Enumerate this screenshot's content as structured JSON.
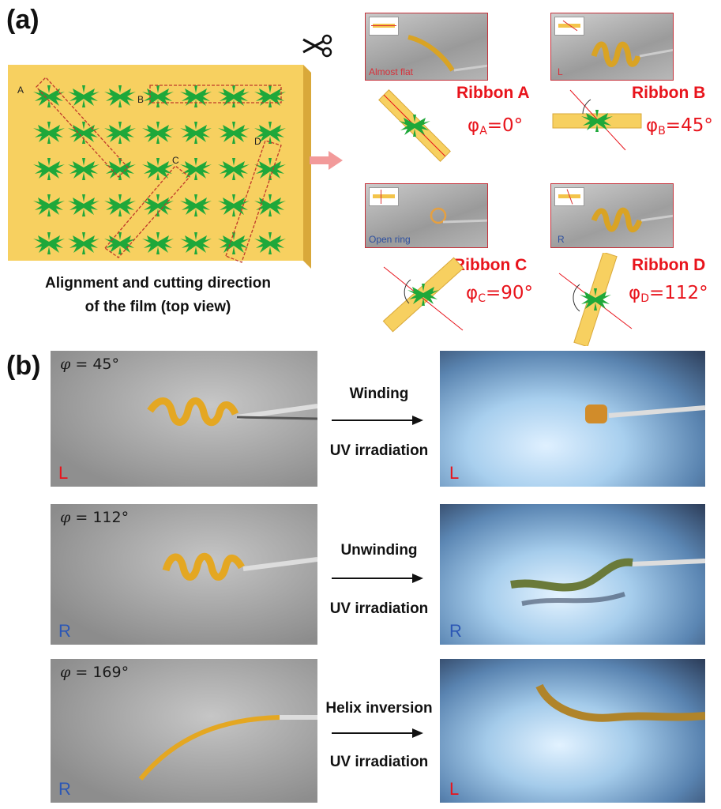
{
  "panel_a": {
    "label": "(a)",
    "film_letters": [
      "A",
      "B",
      "C",
      "D"
    ],
    "caption_line1": "Alignment and cutting direction",
    "caption_line2": "of the film (top view)",
    "ribbons": [
      {
        "title": "Ribbon A",
        "phi_symbol": "φ",
        "phi_sub": "A",
        "phi_value": "=0°",
        "photo_label": "Almost flat",
        "photo_label_color": "#d8303a"
      },
      {
        "title": "Ribbon B",
        "phi_symbol": "φ",
        "phi_sub": "B",
        "phi_value": "=45°",
        "photo_label": "L",
        "photo_label_color": "#d8303a"
      },
      {
        "title": "Ribbon C",
        "phi_symbol": "φ",
        "phi_sub": "C",
        "phi_value": "=90°",
        "photo_label": "Open ring",
        "photo_label_color": "#2c4fa0"
      },
      {
        "title": "Ribbon D",
        "phi_symbol": "φ",
        "phi_sub": "D",
        "phi_value": "=112°",
        "photo_label": "R",
        "photo_label_color": "#2c4fa0"
      }
    ]
  },
  "panel_b": {
    "label": "(b)",
    "rows": [
      {
        "phi": "= 45°",
        "before_hand": "L",
        "before_color": "#e8141c",
        "action": "Winding",
        "stimulus": "UV irradiation",
        "after_hand": "L",
        "after_color": "#e8141c"
      },
      {
        "phi": "= 112°",
        "before_hand": "R",
        "before_color": "#2c57b5",
        "action": "Unwinding",
        "stimulus": "UV irradiation",
        "after_hand": "R",
        "after_color": "#2c57b5"
      },
      {
        "phi": "= 169°",
        "before_hand": "R",
        "before_color": "#2c57b5",
        "action": "Helix inversion",
        "stimulus": "UV irradiation",
        "after_hand": "L",
        "after_color": "#e8141c"
      }
    ],
    "phi_symbol": "φ"
  },
  "colors": {
    "film": "#f7d060",
    "film_edge": "#e0b440",
    "molecule": "#1ea83a",
    "cut_line": "#c0392b",
    "accent_red": "#e8141c",
    "blue_label": "#2c57b5"
  },
  "icons": {
    "scissors": "scissors-icon",
    "arrow": "pink-right-arrow-icon"
  }
}
